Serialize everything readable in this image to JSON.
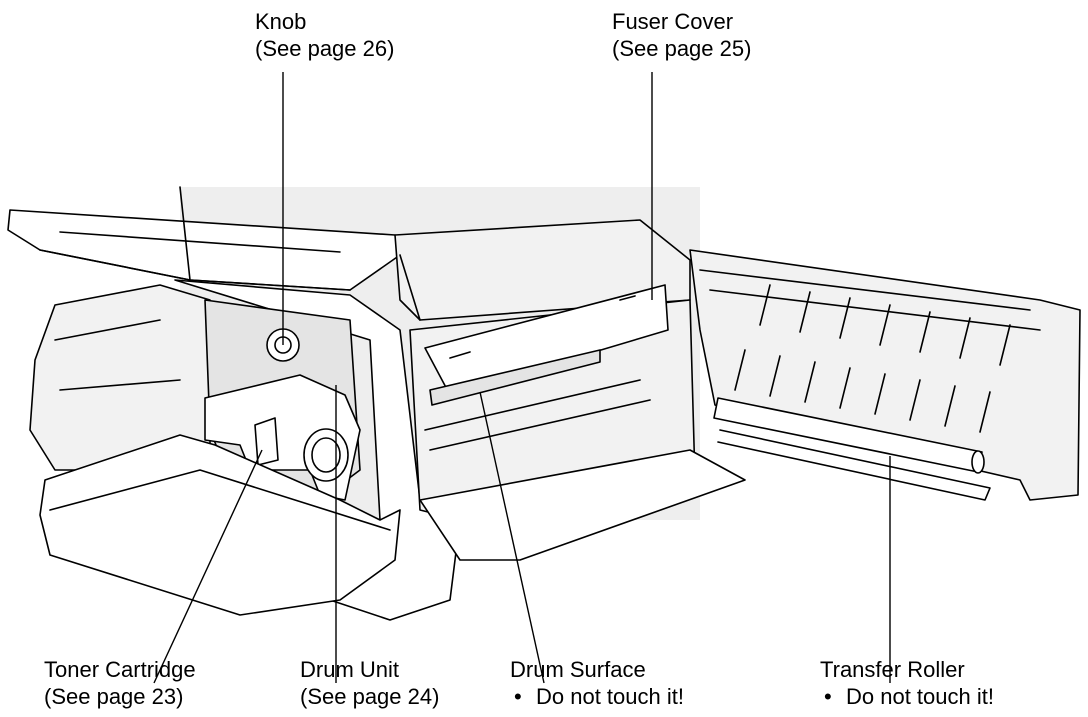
{
  "callouts": {
    "knob": {
      "name": "Knob",
      "ref": "(See page 26)"
    },
    "fuser_cover": {
      "name": "Fuser Cover",
      "ref": "(See page 25)"
    },
    "toner_cartridge": {
      "name": "Toner Cartridge",
      "ref": "(See page 23)"
    },
    "drum_unit": {
      "name": "Drum Unit",
      "ref": "(See page 24)"
    },
    "drum_surface": {
      "name": "Drum Surface",
      "note": "Do not touch it!"
    },
    "transfer_roller": {
      "name": "Transfer Roller",
      "note": "Do not touch it!"
    }
  }
}
